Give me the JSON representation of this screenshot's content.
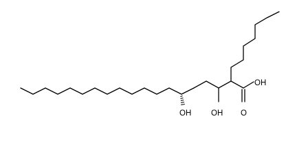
{
  "molecule": {
    "atom_labels": {
      "hydroxyl_1": "OH",
      "hydroxyl_2": "OH",
      "carboxyl_oh": "OH",
      "carboxyl_o": "O"
    }
  }
}
